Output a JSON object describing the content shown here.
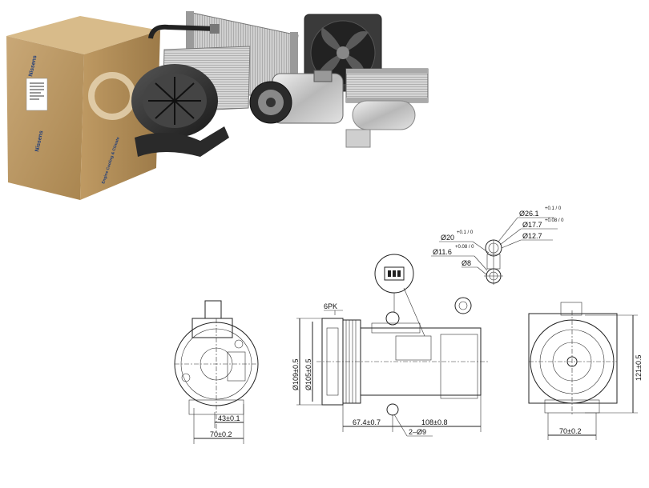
{
  "box": {
    "brand": "Nissens",
    "tagline": "Engine Cooling & Climate"
  },
  "drawings": {
    "front_view": {
      "dim_a": "43±0.1",
      "dim_b": "70±0.2"
    },
    "side_view": {
      "belt": "6PK",
      "dia_outer": "Ø109±0.5",
      "dia_inner": "Ø105±0.5",
      "len_a": "67.4±0.7",
      "len_b": "108±0.8",
      "holes": "2–Ø9"
    },
    "port_detail": {
      "d1": "Ø26.1",
      "d1_tol": "+0.1 / 0",
      "d2": "Ø17.7",
      "d2_tol": "+0.08 / 0",
      "d3": "Ø20",
      "d3_tol": "+0.1 / 0",
      "d4": "Ø12.7",
      "d5": "Ø11.6",
      "d5_tol": "+0.08 / 0",
      "d6": "Ø8"
    },
    "rear_view": {
      "height": "121±0.5",
      "width": "70±0.2"
    }
  }
}
